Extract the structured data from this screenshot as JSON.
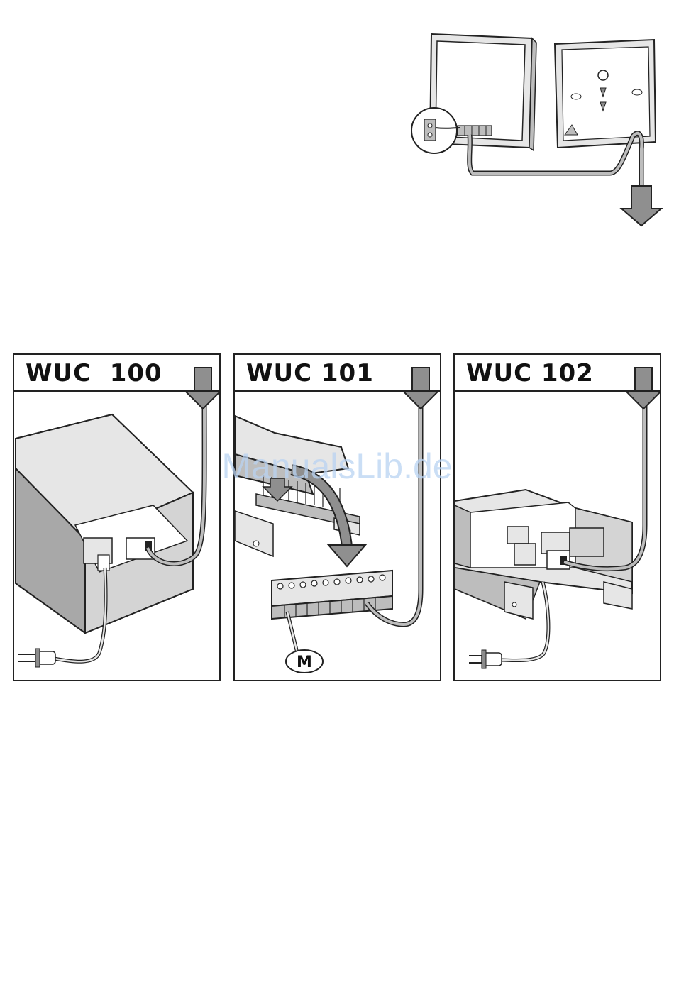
{
  "panels": [
    {
      "title": "WUC  100"
    },
    {
      "title": "WUC 101"
    },
    {
      "title": "WUC 102"
    }
  ],
  "motor_label": "M",
  "watermark": "ManualsLib.de",
  "colors": {
    "line": "#222222",
    "fill_light": "#e6e6e6",
    "fill_mid": "#bdbdbd",
    "fill_dark": "#8c8c8c",
    "arrow": "#8f8f8f",
    "watermark": "#b9d3f2"
  }
}
